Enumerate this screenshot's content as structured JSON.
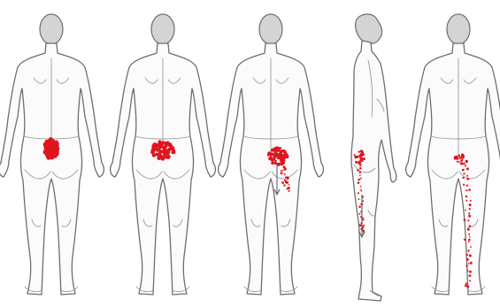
{
  "figures": [
    {
      "id": "back-1",
      "view": "back",
      "pain_pattern": "lumbar-central"
    },
    {
      "id": "back-2",
      "view": "back",
      "pain_pattern": "lumbar-wide"
    },
    {
      "id": "back-3",
      "view": "back",
      "pain_pattern": "buttock-upper-thigh"
    },
    {
      "id": "side-4",
      "view": "side",
      "pain_pattern": "buttock-posterior-thigh-calf"
    },
    {
      "id": "back-5",
      "view": "back",
      "pain_pattern": "buttock-full-leg"
    }
  ],
  "colors": {
    "pain": "#e0141e",
    "outline": "#6e6e6e",
    "skin": "#fbfbfb",
    "hair": "#d4d4d4"
  }
}
